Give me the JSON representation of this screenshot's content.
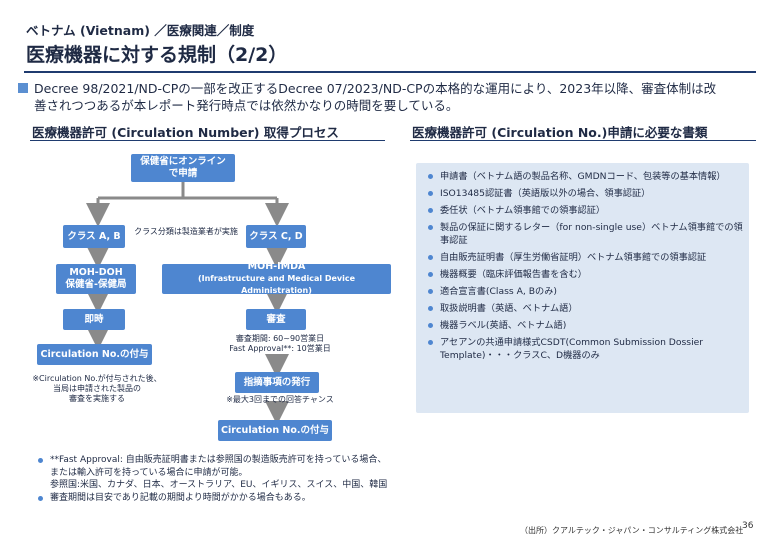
{
  "header": {
    "breadcrumb": "ベトナム (Vietnam) ／医療関連／制度",
    "title": "医療機器に対する規制（2/2）"
  },
  "intro": {
    "line1": "Decree  98/2021/ND-CPの一部を改正するDecree  07/2023/ND-CPの本格的な運用により、2023年以降、審査体制は改",
    "line2": "善されつつあるが本レポート発行時点では依然かなりの時間を要している。"
  },
  "left_section": {
    "heading": "医療機器許可 (Circulation Number) 取得プロセス"
  },
  "flow": {
    "start": {
      "line1": "保健省にオンライン",
      "line2": "で申請"
    },
    "class_ab": "クラス A, B",
    "class_cd": "クラス C, D",
    "class_note": "クラス分類は製造業者が実施",
    "moh_doh": {
      "line1": "MOH-DOH",
      "line2": "保健省-保健局"
    },
    "moh_imda": {
      "line1": "MOH-IMDA",
      "line2": "(Infrastructure and Medical Device Administration)"
    },
    "immediate": "即時",
    "review": "審査",
    "review_period": {
      "line1": "審査期間: 60~90営業日",
      "line2": "Fast Approval**: 10営業日"
    },
    "circ_left": "Circulation No.の付与",
    "left_note": {
      "line1": "※Circulation No.が付与された後、",
      "line2": "当局は申請された製品の",
      "line3": "審査を実施する"
    },
    "instruction": "指摘事項の発行",
    "instruction_note": "※最大3回までの回答チャンス",
    "circ_right": "Circulation No.の付与"
  },
  "right_section": {
    "heading": "医療機器許可 (Circulation No.)申請に必要な書類",
    "items": [
      "申請書（ベトナム語の製品名称、GMDNコード、包装等の基本情報）",
      "ISO13485認証書（英語版以外の場合、領事認証）",
      "委任状（ベトナム領事館での領事認証）",
      "製品の保証に関するレター（for non-single use）ベトナム領事館での領事認証",
      "自由販売証明書（厚生労働省証明）ベトナム領事館での領事認証",
      "機器概要（臨床評価報告書を含む）",
      "適合宣言書(Class A, Bのみ)",
      "取扱説明書（英語、ベトナム語）",
      "機器ラベル(英語、ベトナム語)",
      "アセアンの共通申請様式CSDT(Common Submission Dossier Template)・・・クラスC、D機器のみ"
    ]
  },
  "notes": {
    "n1_l1": "**Fast Approval: 自由販売証明書または参照国の製造販売許可を持っている場合、",
    "n1_l2": "または輸入許可を持っている場合に申請が可能。",
    "n1_l3": "参照国:米国、カナダ、日本、オーストラリア、EU、イギリス、スイス、中国、韓国",
    "n2": "審査期間は目安であり記載の期間より時間がかかる場合もある。"
  },
  "footer": {
    "source": "（出所）クアルテック・ジャパン・コンサルティング株式会社",
    "page": "36"
  },
  "colors": {
    "accent": "#4e86d0",
    "navy": "#1f3b6f",
    "panel": "#dde7f3"
  }
}
